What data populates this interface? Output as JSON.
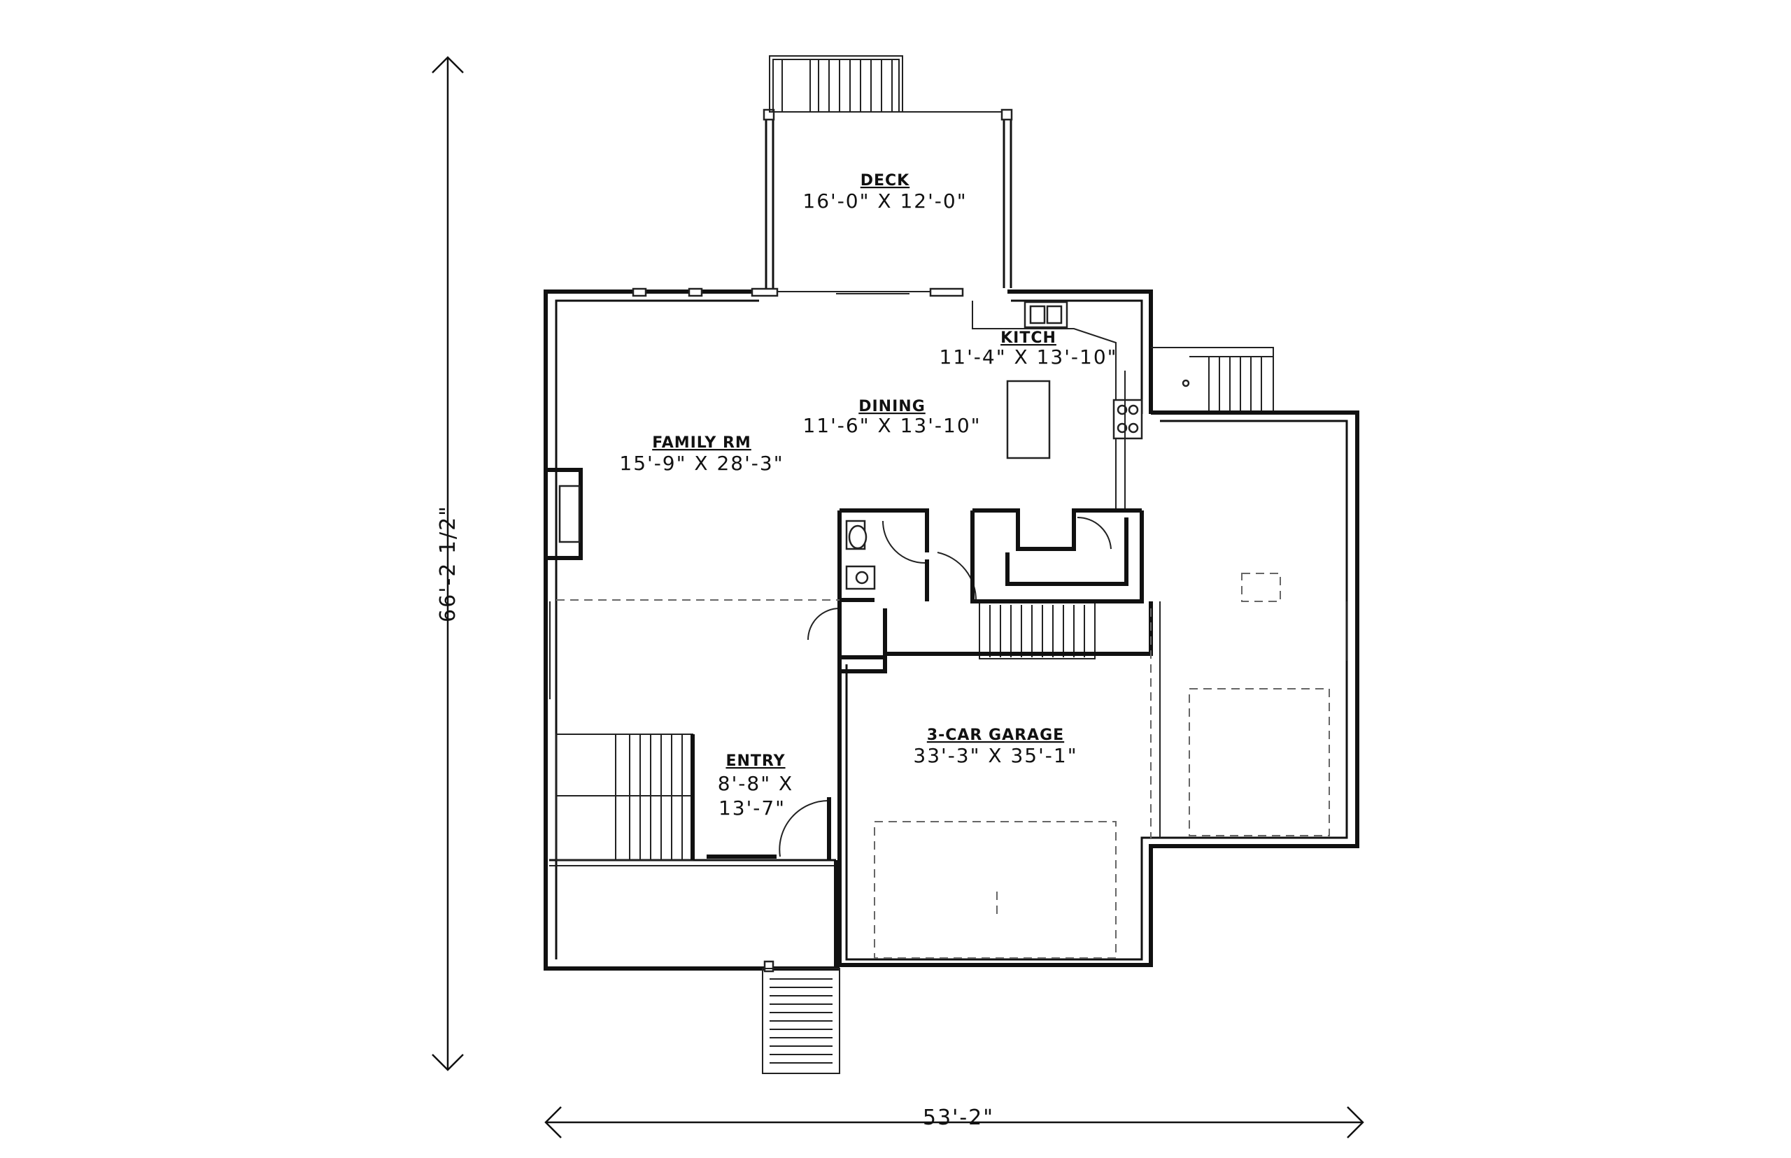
{
  "rooms": {
    "deck": {
      "name": "DECK",
      "dim": "16'-0\" X 12'-0\""
    },
    "kitchen": {
      "name": "KITCH",
      "dim": "11'-4\" X 13'-10\""
    },
    "dining": {
      "name": "DINING",
      "dim": "11'-6\" X 13'-10\""
    },
    "family": {
      "name": "FAMILY RM",
      "dim": "15'-9\" X 28'-3\""
    },
    "garage": {
      "name": "3-CAR GARAGE",
      "dim": "33'-3\" X 35'-1\""
    },
    "entry": {
      "name": "ENTRY",
      "dim_line1": "8'-8\" X",
      "dim_line2": "13'-7\""
    }
  },
  "overall": {
    "height": "66'-2 1/2\"",
    "width": "53'-2\""
  }
}
